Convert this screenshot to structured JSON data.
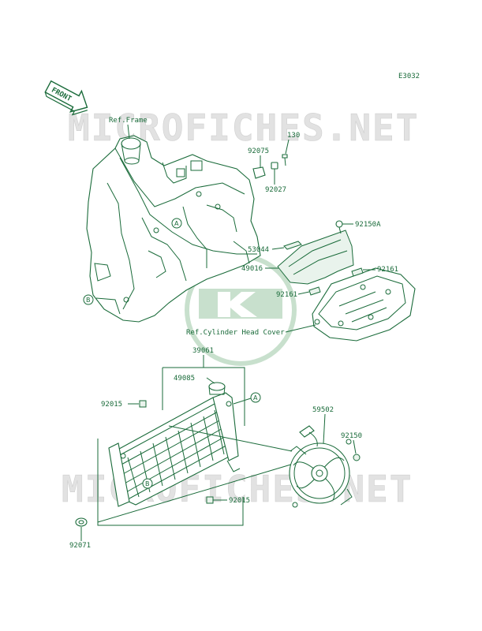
{
  "diagram_code": "E3032",
  "front_label": "FRONT",
  "ref_frame": "Ref.Frame",
  "ref_cylinder_head_cover": "Ref.Cylinder Head Cover",
  "watermark": {
    "text": "MICROFICHES.NET",
    "colors": {
      "text": "#e2e2e2",
      "logo": "#c8e0cd"
    }
  },
  "callouts": {
    "a": "A",
    "b": "B"
  },
  "parts": {
    "p130": "130",
    "p92075": "92075",
    "p92027": "92027",
    "p92150A": "92150A",
    "p53044": "53044",
    "p49016": "49016",
    "p92161a": "92161",
    "p92161b": "92161",
    "p39061": "39061",
    "p49085": "49085",
    "p92015a": "92015",
    "p92015b": "92015",
    "p59502": "59502",
    "p92150": "92150",
    "p92071": "92071"
  },
  "colors": {
    "ink": "#1a6b3a"
  }
}
